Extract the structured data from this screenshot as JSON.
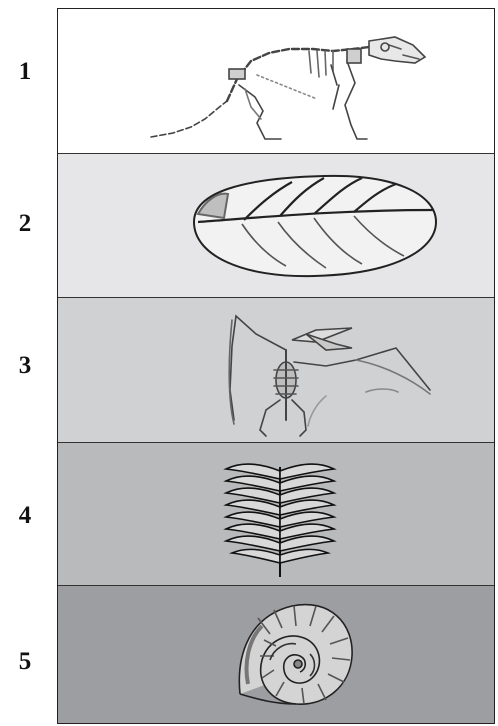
{
  "layers": [
    {
      "number": "1",
      "fossil": "mammal-skeleton-icon",
      "fill": "#ffffff"
    },
    {
      "number": "2",
      "fossil": "leaf-fossil-icon",
      "fill": "#e6e6e8"
    },
    {
      "number": "3",
      "fossil": "pterosaur-skeleton-icon",
      "fill": "#d0d1d3"
    },
    {
      "number": "4",
      "fossil": "fern-frond-icon",
      "fill": "#b9babc"
    },
    {
      "number": "5",
      "fossil": "ammonite-icon",
      "fill": "#9c9ea1"
    }
  ]
}
